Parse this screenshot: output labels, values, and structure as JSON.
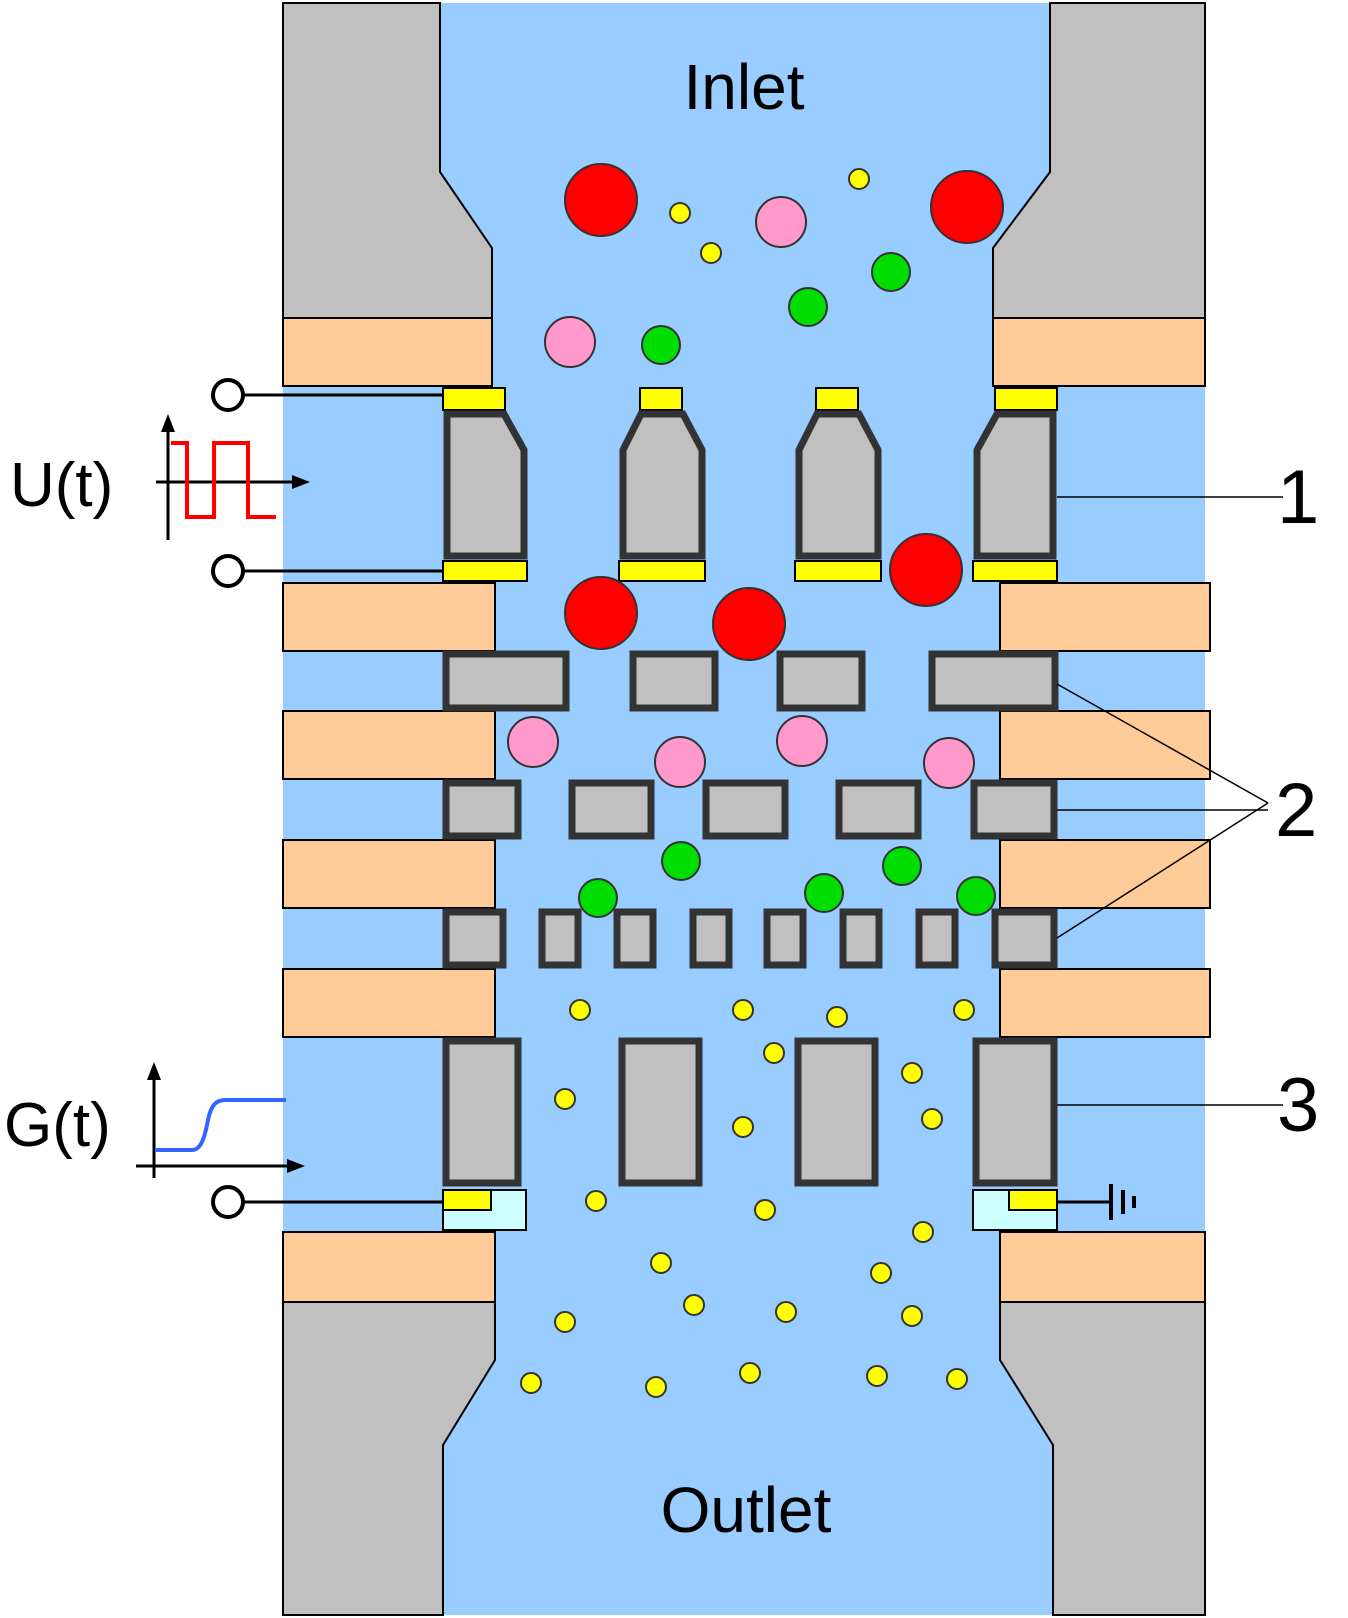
{
  "labels": {
    "inlet": "Inlet",
    "outlet": "Outlet",
    "u_signal": "U(t)",
    "g_signal": "G(t)",
    "callout_1": "1",
    "callout_2": "2",
    "callout_3": "3"
  },
  "colors": {
    "channel": "#99ccff",
    "housing": "#c0c0c0",
    "spacer": "#ffcc99",
    "electrode": "#ffff00",
    "wall": "#333333",
    "sensor_pad": "#ccffff",
    "particle_large": "#ff0000",
    "particle_medium": "#ff99cc",
    "particle_small": "#00dd00",
    "particle_tiny": "#ffff00",
    "u_waveform": "#ff0000",
    "g_waveform": "#3366ff"
  },
  "icons": {
    "ground": "ground-symbol-icon",
    "terminal": "terminal-circle-icon"
  }
}
